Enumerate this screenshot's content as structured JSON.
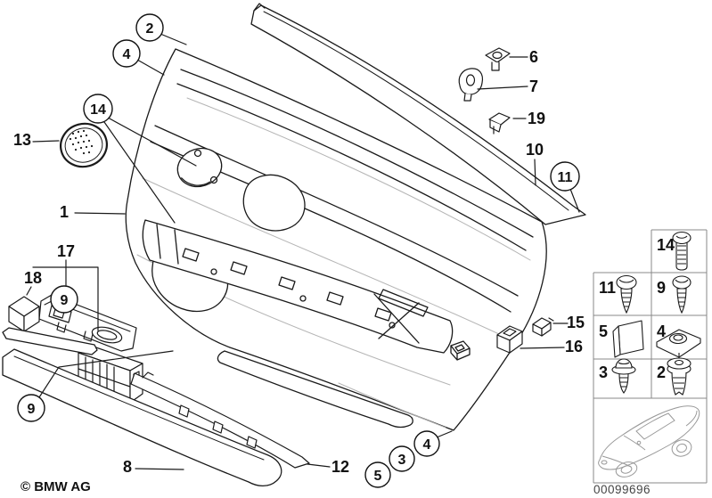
{
  "page": {
    "copyright": "© BMW AG",
    "image_number": "00099696",
    "colors": {
      "line": "#1a1a1a",
      "table_border": "#888888",
      "car_outline": "#999999",
      "background": "#ffffff"
    }
  },
  "callouts": {
    "plain": [
      {
        "text": "13"
      },
      {
        "text": "1"
      },
      {
        "text": "6"
      },
      {
        "text": "7"
      },
      {
        "text": "19"
      },
      {
        "text": "10"
      },
      {
        "text": "15"
      },
      {
        "text": "16"
      },
      {
        "text": "17"
      },
      {
        "text": "18"
      },
      {
        "text": "8"
      },
      {
        "text": "12"
      }
    ],
    "circled": [
      {
        "text": "2"
      },
      {
        "text": "4"
      },
      {
        "text": "14"
      },
      {
        "text": "11"
      },
      {
        "text": "9"
      },
      {
        "text": "9"
      },
      {
        "text": "4"
      },
      {
        "text": "3"
      },
      {
        "text": "5"
      }
    ]
  },
  "parts_table": {
    "rows": [
      {
        "cells": [
          {
            "num": "14",
            "icon": "machine-screw-icon"
          }
        ]
      },
      {
        "cells": [
          {
            "num": "11",
            "icon": "tapping-screw-icon"
          },
          {
            "num": "9",
            "icon": "tapping-screw-icon"
          }
        ]
      },
      {
        "cells": [
          {
            "num": "5",
            "icon": "adhesive-pad-icon"
          },
          {
            "num": "4",
            "icon": "cage-nut-icon"
          }
        ]
      },
      {
        "cells": [
          {
            "num": "3",
            "icon": "washer-screw-icon"
          },
          {
            "num": "2",
            "icon": "expanding-rivet-icon"
          }
        ]
      }
    ]
  },
  "drawings": [
    "door-trim-panel",
    "top-window-trim-strip",
    "speaker-grille",
    "speaker-cover",
    "window-switch-unit",
    "switch-blank-cube",
    "sill-trim-strip",
    "clip-strip",
    "clip-6",
    "clip-7",
    "clip-19",
    "clip-15",
    "clip-16",
    "car-silhouette"
  ]
}
